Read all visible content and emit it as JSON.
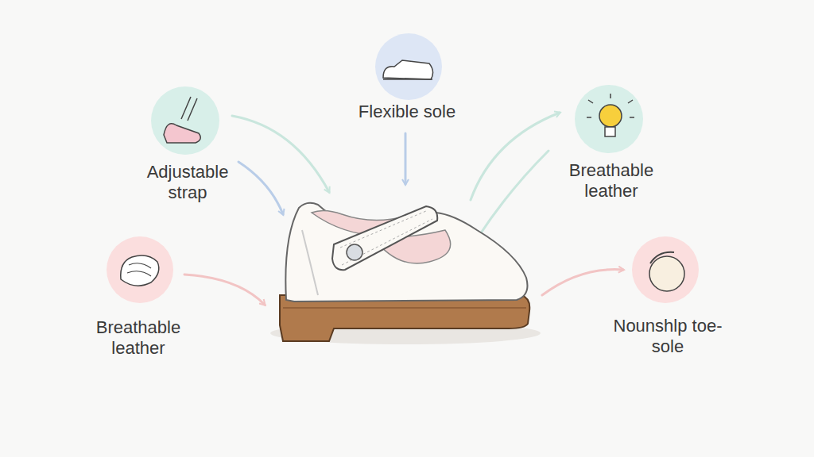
{
  "diagram": {
    "labels": [
      "Flexible sole",
      "Adjustable strap",
      "Breathable leather",
      "Breathable leather",
      "Nounshlp toe-sole"
    ]
  }
}
